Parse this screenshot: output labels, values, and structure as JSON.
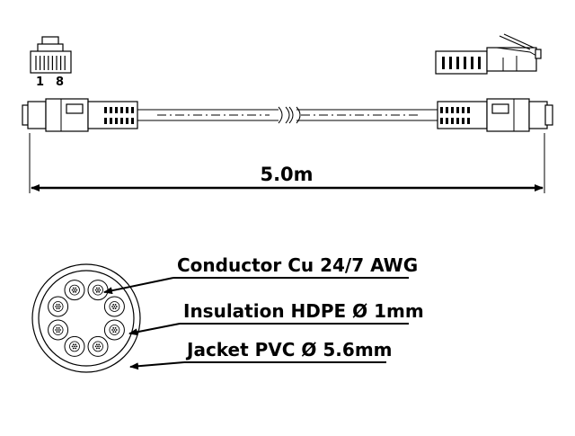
{
  "connector_pins": {
    "left": "1",
    "right": "8"
  },
  "length_label": "5.0m",
  "callouts": [
    {
      "id": "conductor",
      "text": "Conductor Cu 24/7 AWG"
    },
    {
      "id": "insulation",
      "text": "Insulation HDPE Ø 1mm"
    },
    {
      "id": "jacket",
      "text": "Jacket PVC Ø 5.6mm"
    }
  ]
}
